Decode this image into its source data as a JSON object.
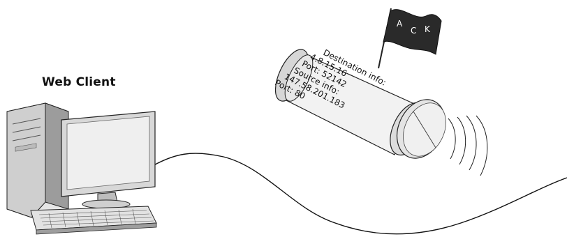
{
  "client": {
    "label": "Web Client"
  },
  "flag": {
    "letters": [
      "A",
      "C",
      "K"
    ]
  },
  "packet": {
    "lines": [
      "Destination info:",
      "4.8.15.16",
      "Port: 52142",
      "Source info:",
      "147.58.201.183",
      "Port: 80"
    ]
  },
  "colors": {
    "stroke": "#222222",
    "fill_light": "#f4f4f4",
    "fill_mid": "#dcdcdc",
    "fill_dark": "#9a9a9a",
    "flag": "#2a2a2a"
  }
}
